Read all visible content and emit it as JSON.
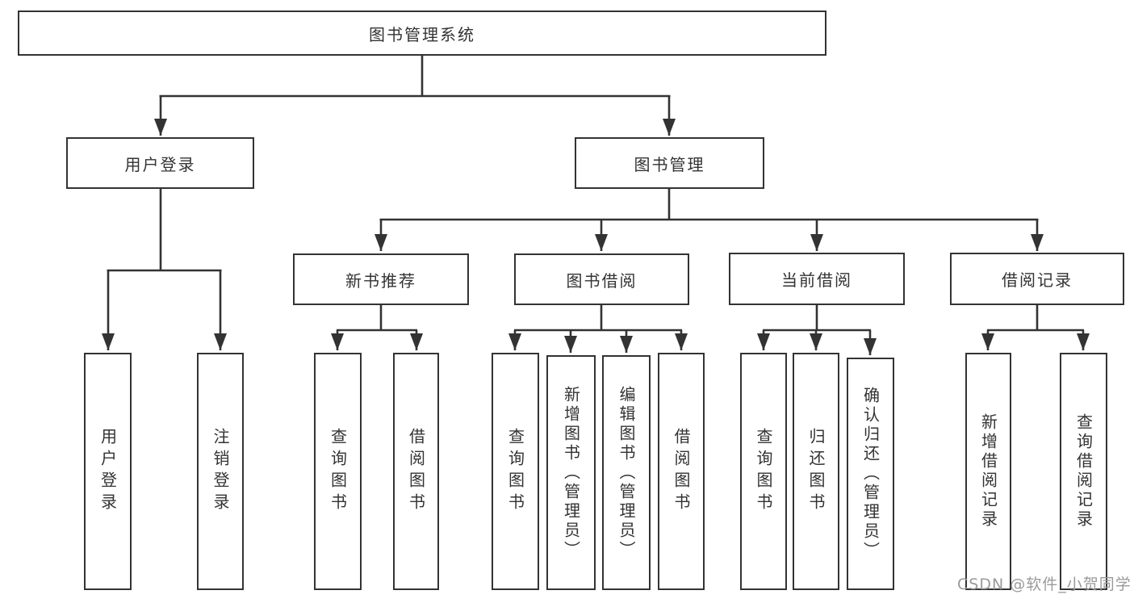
{
  "diagram_title": "图书管理系统",
  "nodes": {
    "root": {
      "label": "图书管理系统"
    },
    "level2": [
      {
        "label": "用户登录"
      },
      {
        "label": "图书管理"
      }
    ],
    "level3": [
      {
        "label": "新书推荐",
        "parent": "图书管理"
      },
      {
        "label": "图书借阅",
        "parent": "图书管理"
      },
      {
        "label": "当前借阅",
        "parent": "图书管理"
      },
      {
        "label": "借阅记录",
        "parent": "图书管理"
      }
    ],
    "leaves": [
      {
        "label": "用户登录",
        "parent": "用户登录"
      },
      {
        "label": "注销登录",
        "parent": "用户登录"
      },
      {
        "label": "查询图书",
        "parent": "新书推荐"
      },
      {
        "label": "借阅图书",
        "parent": "新书推荐"
      },
      {
        "label": "查询图书",
        "parent": "图书借阅"
      },
      {
        "label": "新增图书（管理员）",
        "parent": "图书借阅"
      },
      {
        "label": "编辑图书（管理员）",
        "parent": "图书借阅"
      },
      {
        "label": "借阅图书",
        "parent": "图书借阅"
      },
      {
        "label": "查询图书",
        "parent": "当前借阅"
      },
      {
        "label": "归还图书",
        "parent": "当前借阅"
      },
      {
        "label": "确认归还（管理员）",
        "parent": "当前借阅"
      },
      {
        "label": "新增借阅记录",
        "parent": "借阅记录"
      },
      {
        "label": "查询借阅记录",
        "parent": "借阅记录"
      }
    ]
  },
  "watermark": "CSDN @软件_小贺同学",
  "colors": {
    "line": "#333333",
    "text": "#333333",
    "node_bg": "#ffffff",
    "background": "#ffffff",
    "watermark": "#9a9a9a"
  }
}
